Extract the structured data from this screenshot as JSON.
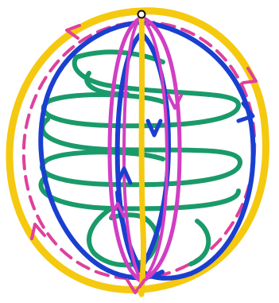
{
  "diagram": {
    "colors": {
      "background": "#ffffff",
      "outer_circle": "#f5c90f",
      "dashed_circle": "#e0409a",
      "green_coils": "#1a9a6a",
      "blue_loops": "#1a3fd0",
      "magenta_loops": "#d23ec3",
      "yellow_center": "#f5c90f",
      "top_point": "#111111"
    },
    "elements": [
      "outer-yellow-boundary",
      "dashed-magenta-circle",
      "green-horizontal-coils",
      "blue-vertical-loops",
      "magenta-vertical-loops",
      "yellow-central-axis",
      "top-pole-point",
      "bottom-pole-point"
    ],
    "arrow_icons": [
      "arrow-down-icon",
      "arrow-up-icon",
      "arrow-right-icon",
      "arrow-left-icon"
    ]
  }
}
